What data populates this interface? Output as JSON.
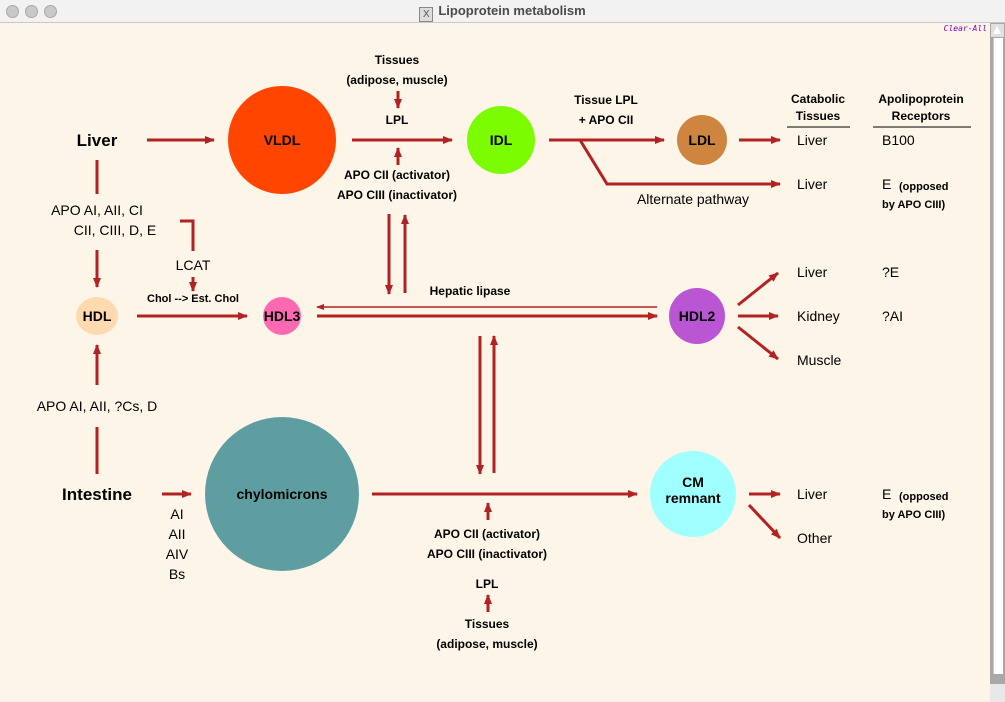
{
  "window": {
    "title": "Lipoprotein metabolism",
    "clear_all": "Clear-All"
  },
  "colors": {
    "arrow": "#b22222",
    "background": "#fdf5e8",
    "vldl": "#ff4500",
    "idl": "#7cfc00",
    "ldl": "#cd853f",
    "hdl": "#ffdab0",
    "hdl3": "#ff69b4",
    "hdl2": "#ba55d3",
    "chylomicrons": "#5f9ea0",
    "cm_remnant": "#a0ffff"
  },
  "nodes": {
    "vldl": "VLDL",
    "idl": "IDL",
    "ldl": "LDL",
    "hdl": "HDL",
    "hdl3": "HDL3",
    "hdl2": "HDL2",
    "chylomicrons": "chylomicrons",
    "cm_remnant_1": "CM",
    "cm_remnant_2": "remnant"
  },
  "sources": {
    "liver": "Liver",
    "intestine": "Intestine"
  },
  "labels": {
    "tissues_top": "Tissues",
    "adipose_top": "(adipose, muscle)",
    "lpl_top": "LPL",
    "apo_cii_top": "APO CII (activator)",
    "apo_ciii_top": "APO CIII (inactivator)",
    "tissue_lpl": "Tissue LPL",
    "plus_apo_cii": "+ APO CII",
    "alternate": "Alternate pathway",
    "liver_apo_1": "APO AI, AII, CI",
    "liver_apo_2": "CII, CIII, D, E",
    "lcat": "LCAT",
    "chol_est": "Chol --> Est. Chol",
    "hepatic_lipase": "Hepatic lipase",
    "intestine_apo": "APO AI, AII, ?Cs, D",
    "chylo_apos": [
      "AI",
      "AII",
      "AIV",
      "Bs"
    ],
    "apo_cii_bottom": "APO CII (activator)",
    "apo_ciii_bottom": "APO CIII (inactivator)",
    "lpl_bottom": "LPL",
    "tissues_bottom": "Tissues",
    "adipose_bottom": "(adipose, muscle)"
  },
  "table": {
    "col1_header_1": "Catabolic",
    "col1_header_2": "Tissues",
    "col2_header_1": "Apolipoprotein",
    "col2_header_2": "Receptors",
    "ldl_tissue": "Liver",
    "ldl_receptor": "B100",
    "alt_tissue": "Liver",
    "alt_receptor": "E",
    "alt_note_1": "(opposed",
    "alt_note_2": "by APO CIII)",
    "hdl2_tissues": [
      "Liver",
      "Kidney",
      "Muscle"
    ],
    "hdl2_receptors": [
      "?E",
      "?AI"
    ],
    "cm_tissues": [
      "Liver",
      "Other"
    ],
    "cm_receptor": "E",
    "cm_note_1": "(opposed",
    "cm_note_2": "by APO CIII)"
  }
}
